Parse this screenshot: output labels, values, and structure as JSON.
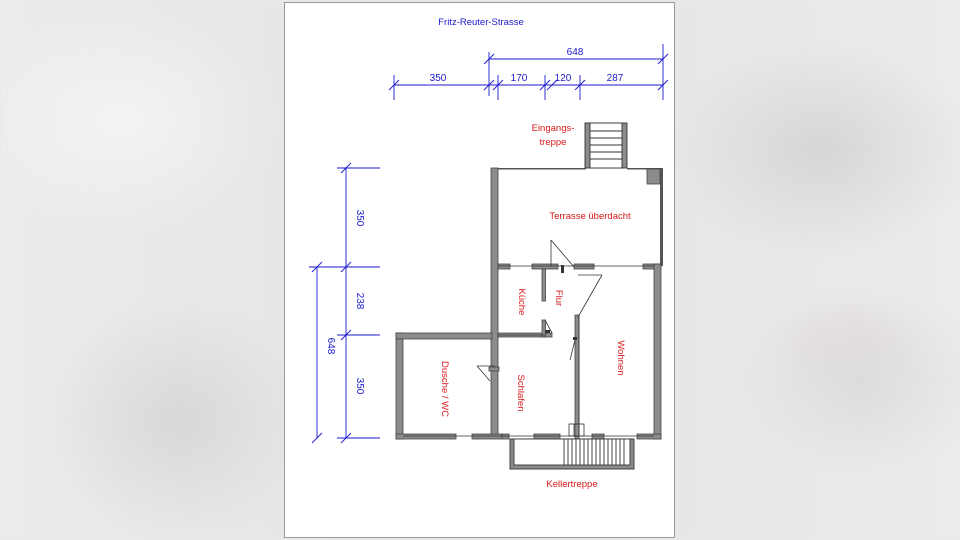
{
  "street": "Fritz-Reuter-Strasse",
  "dimensions": {
    "top_total": "648",
    "top_left": "350",
    "top_a": "170",
    "top_b": "120",
    "top_c": "287",
    "left_a": "350",
    "left_b": "238",
    "left_c": "350",
    "left_total": "648"
  },
  "rooms": {
    "eingang_line1": "Eingangs-",
    "eingang_line2": "treppe",
    "terrasse": "Terrasse überdacht",
    "kueche": "Küche",
    "flur": "Flur",
    "wohnen": "Wohnen",
    "dusche": "Dusche / WC",
    "schlafen": "Schlafen",
    "kellertreppe": "Kellertreppe"
  },
  "colors": {
    "dimension": "#1a1ad0",
    "room_label": "#d81818",
    "wall": "#8c8c8c"
  }
}
